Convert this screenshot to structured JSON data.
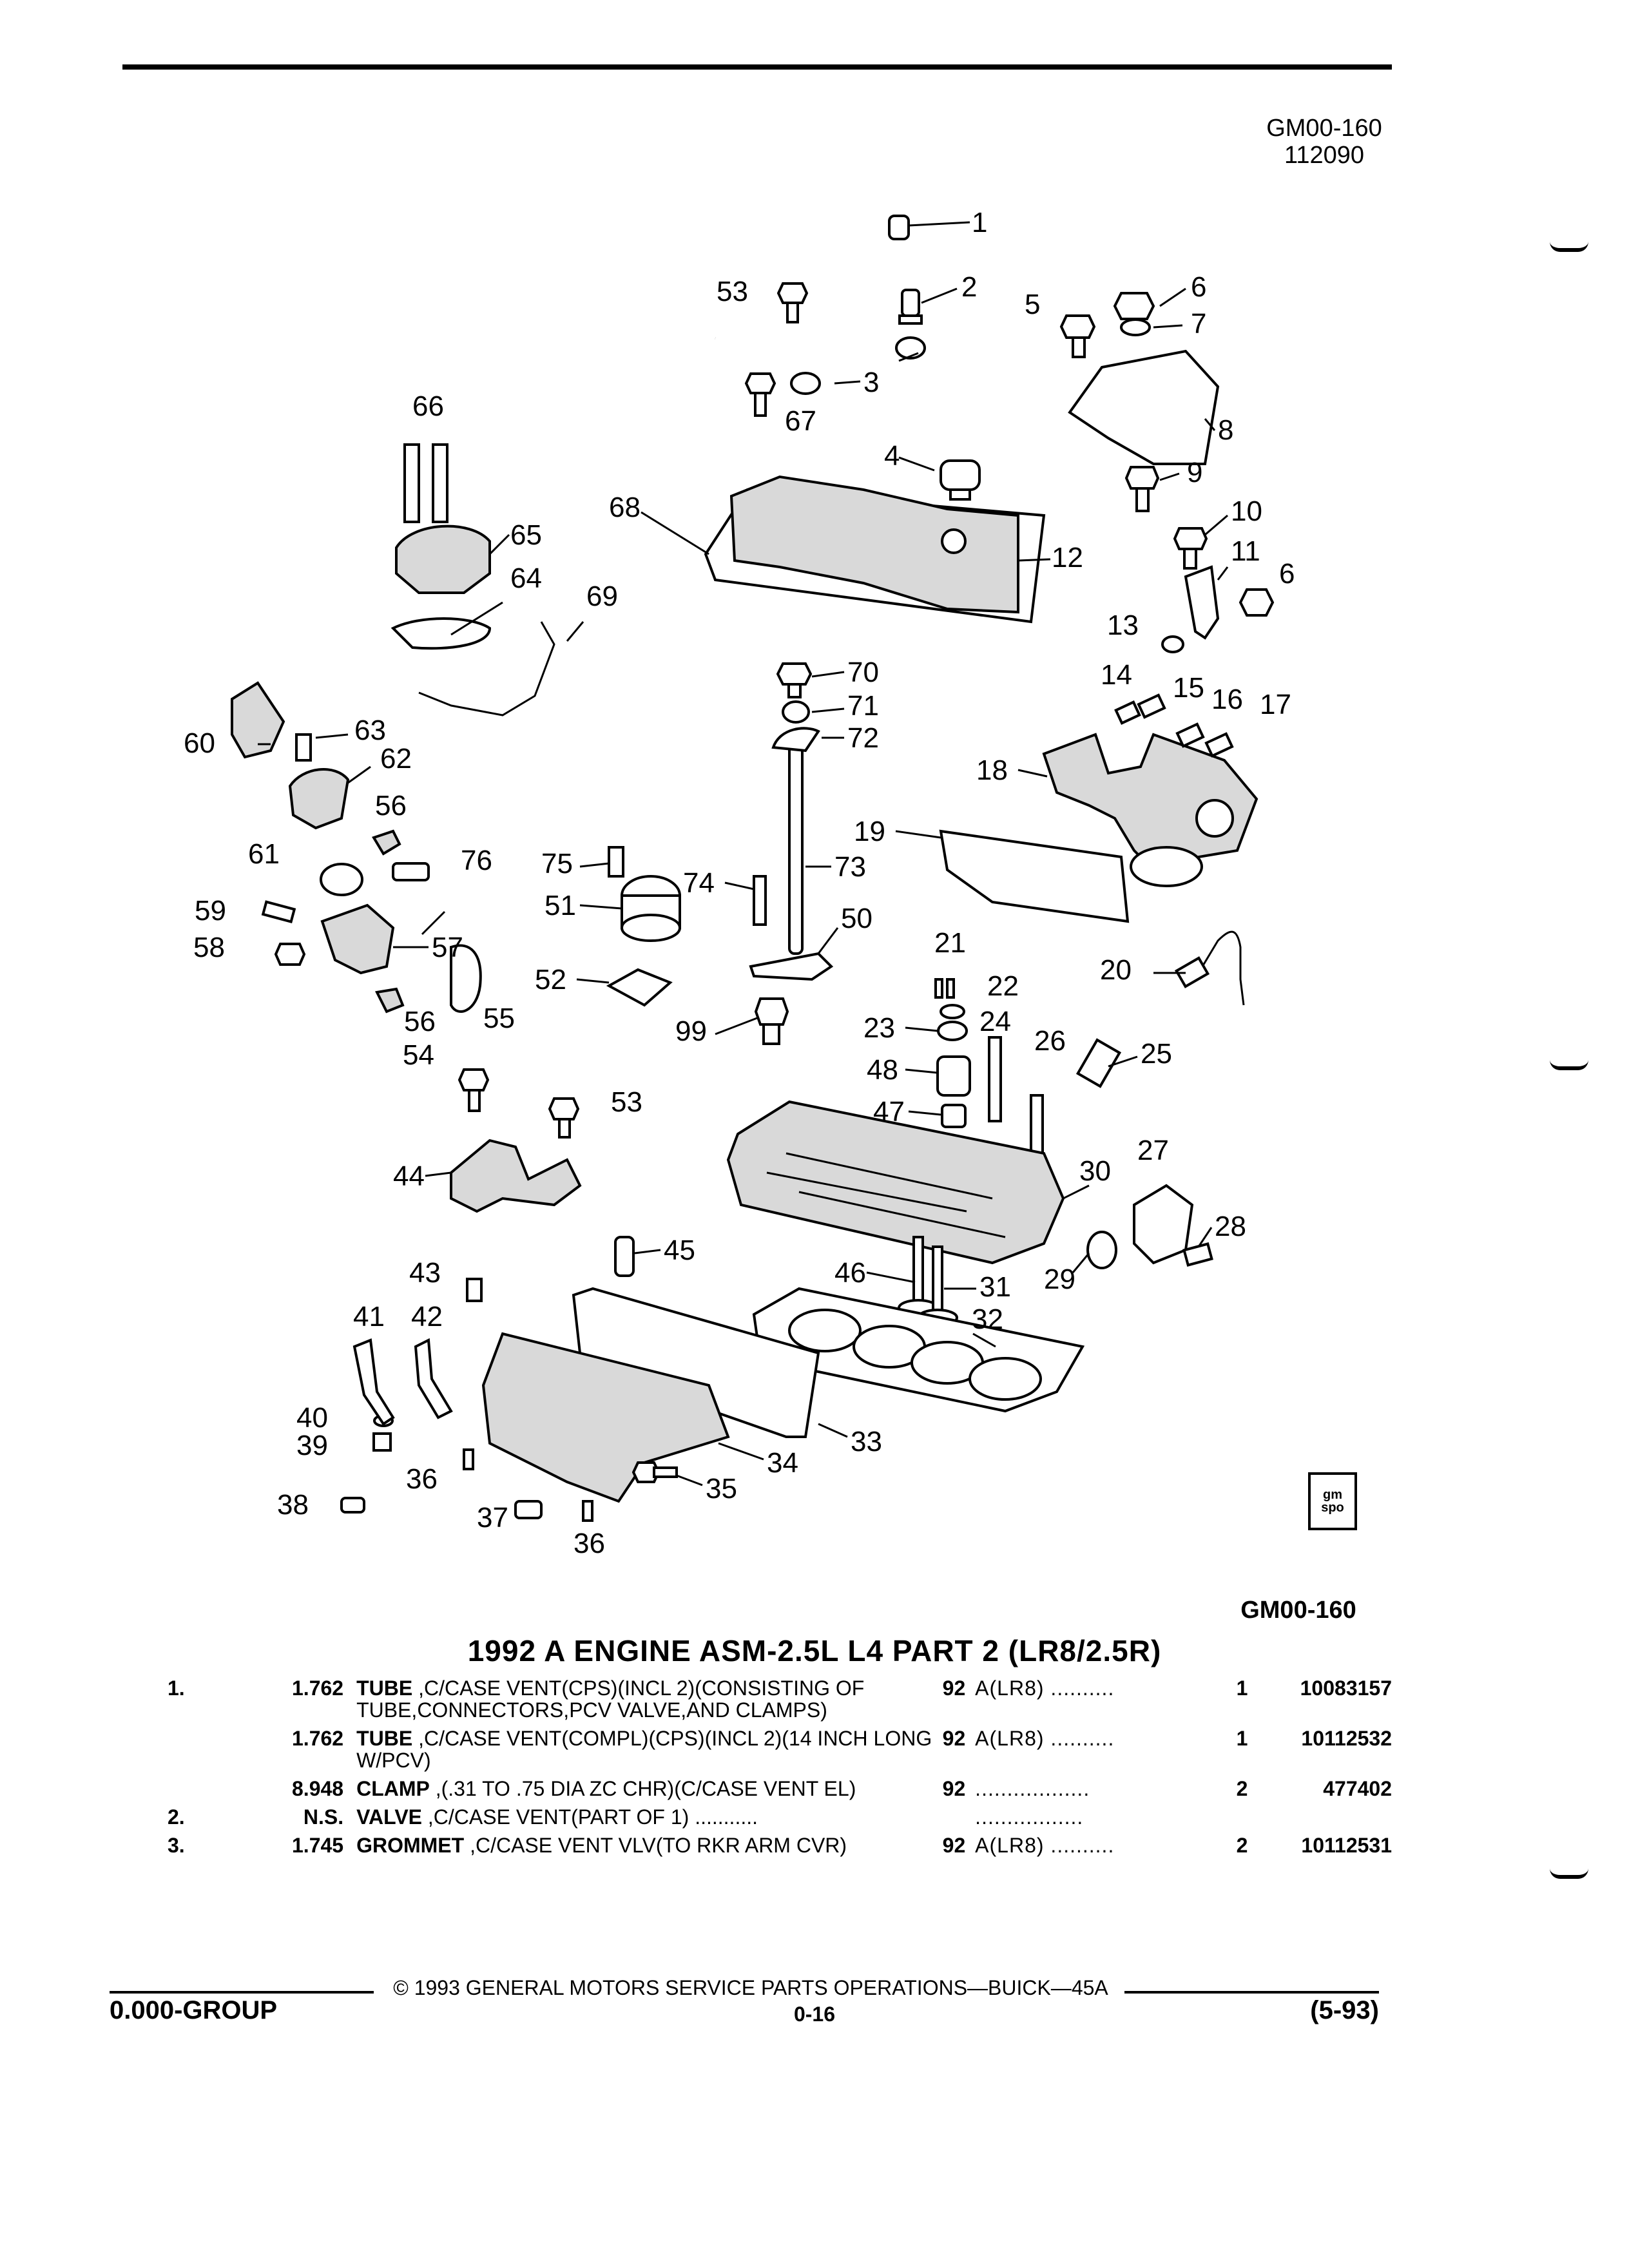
{
  "header": {
    "ref_code": "GM00-160",
    "ref_date": "112090"
  },
  "callouts": [
    "1",
    "2",
    "3",
    "4",
    "5",
    "6",
    "6",
    "7",
    "8",
    "9",
    "10",
    "11",
    "12",
    "13",
    "14",
    "15",
    "16",
    "17",
    "18",
    "19",
    "20",
    "21",
    "22",
    "23",
    "24",
    "25",
    "26",
    "27",
    "28",
    "29",
    "30",
    "31",
    "32",
    "33",
    "34",
    "35",
    "36",
    "36",
    "37",
    "38",
    "39",
    "40",
    "41",
    "42",
    "43",
    "44",
    "45",
    "46",
    "47",
    "48",
    "50",
    "51",
    "52",
    "53",
    "53",
    "54",
    "55",
    "56",
    "56",
    "57",
    "58",
    "59",
    "60",
    "61",
    "62",
    "63",
    "64",
    "65",
    "66",
    "67",
    "68",
    "69",
    "70",
    "71",
    "72",
    "73",
    "74",
    "75",
    "76",
    "99"
  ],
  "figure_code": "GM00-160",
  "logo_text": "gm spo",
  "title": "1992 A ENGINE ASM-2.5L L4 PART 2 (LR8/2.5R)",
  "parts": [
    {
      "num": "1.",
      "code": "1.762",
      "name": "TUBE",
      "desc": " ,C/CASE VENT(CPS)(INCL 2)(CONSISTING OF TUBE,CONNECTORS,PCV VALVE,AND CLAMPS)",
      "year": "92",
      "series": "A(LR8) ..........",
      "qty": "1",
      "part_no": "10083157"
    },
    {
      "num": "",
      "code": "1.762",
      "name": "TUBE",
      "desc": " ,C/CASE VENT(COMPL)(CPS)(INCL 2)(14 INCH LONG W/PCV)",
      "year": "92",
      "series": "A(LR8) ..........",
      "qty": "1",
      "part_no": "10112532"
    },
    {
      "num": "",
      "code": "8.948",
      "name": "CLAMP",
      "desc": " ,(.31 TO .75 DIA ZC CHR)(C/CASE VENT EL)",
      "year": "92",
      "series": "..................",
      "qty": "2",
      "part_no": "477402"
    },
    {
      "num": "2.",
      "code": "N.S.",
      "name": "VALVE",
      "desc": " ,C/CASE VENT(PART OF 1) ...........",
      "year": "",
      "series": ".................",
      "qty": "",
      "part_no": ""
    },
    {
      "num": "3.",
      "code": "1.745",
      "name": "GROMMET",
      "desc": " ,C/CASE VENT VLV(TO RKR ARM CVR)",
      "year": "92",
      "series": "A(LR8) ..........",
      "qty": "2",
      "part_no": "10112531"
    }
  ],
  "footer": {
    "copyright": "© 1993 GENERAL MOTORS SERVICE PARTS OPERATIONS—BUICK—45A",
    "group": "0.000-GROUP",
    "page": "0-16",
    "revision": "(5-93)"
  }
}
